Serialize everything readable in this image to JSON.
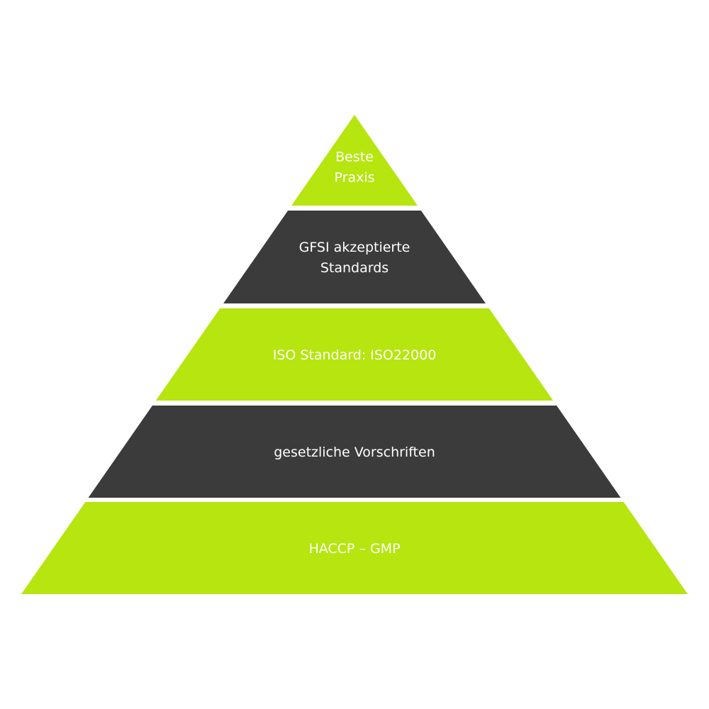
{
  "colors": {
    "green": "#b6e50f",
    "dark": "#3b3b3b",
    "label": "#ffffff",
    "background": "#ffffff"
  },
  "tiers": [
    {
      "id": "beste-praxis",
      "color": "green",
      "lines": [
        "Beste",
        "Praxis"
      ]
    },
    {
      "id": "gfsi",
      "color": "dark",
      "lines": [
        "GFSI akzeptierte",
        "Standards"
      ]
    },
    {
      "id": "iso",
      "color": "green",
      "lines": [
        "ISO Standard: ISO22000"
      ]
    },
    {
      "id": "gesetzliche",
      "color": "dark",
      "lines": [
        "gesetzliche Vorschriften"
      ]
    },
    {
      "id": "haccp",
      "color": "green",
      "lines": [
        "HACCP – GMP"
      ]
    }
  ]
}
